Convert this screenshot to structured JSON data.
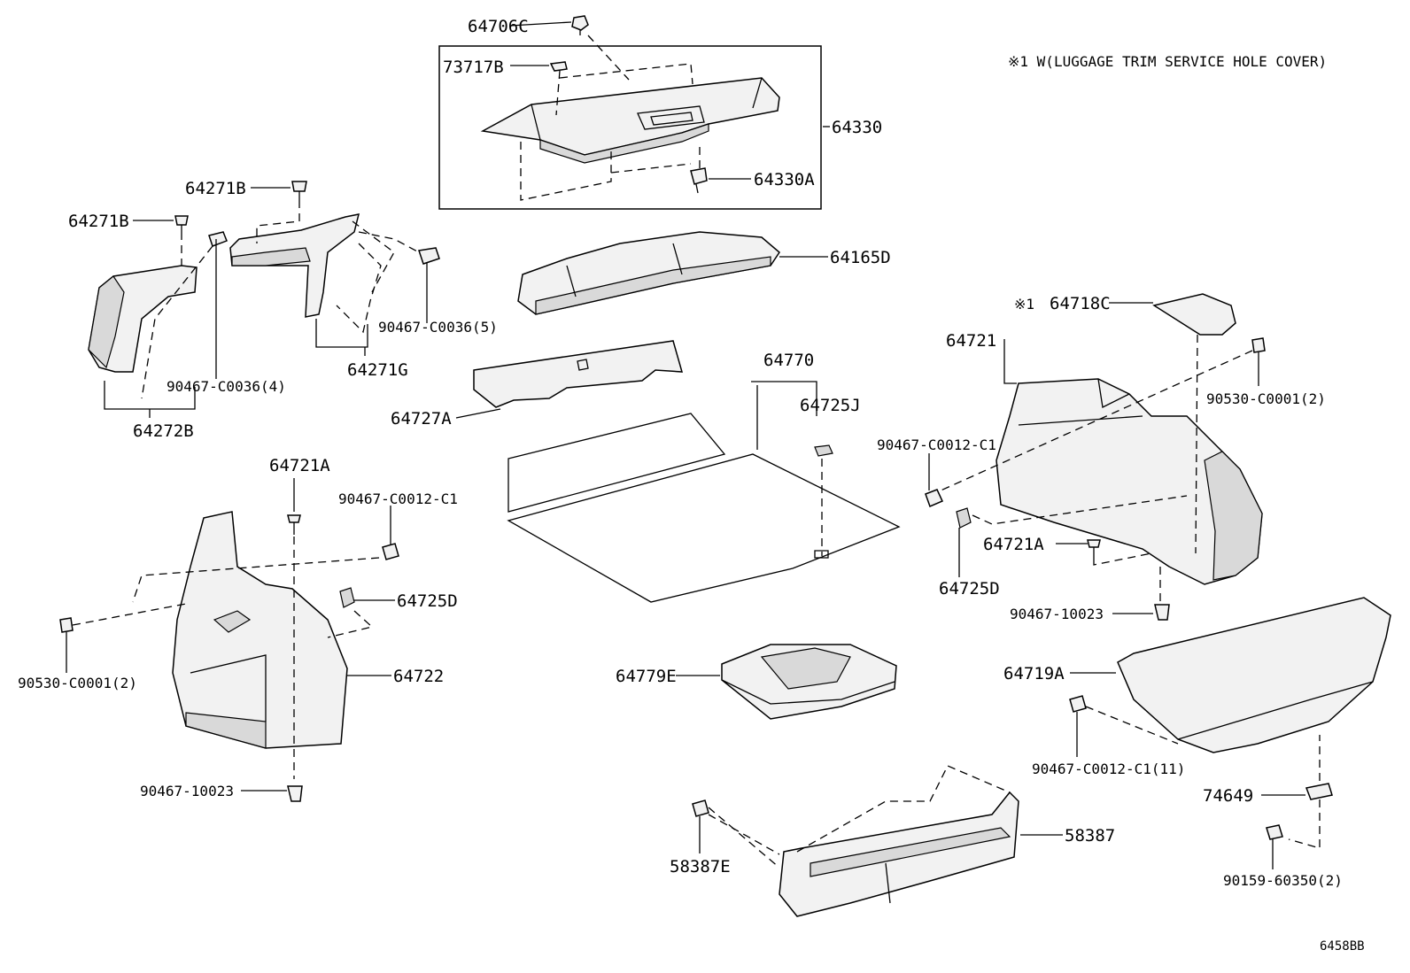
{
  "note": "※1 W(LUGGAGE TRIM SERVICE HOLE COVER)",
  "diagram_code": "6458BB",
  "labels": {
    "p64706C": "64706C",
    "p73717B": "73717B",
    "p64330": "64330",
    "p64330A": "64330A",
    "p64271B_a": "64271B",
    "p64271B_b": "64271B",
    "p90467C0036_5": "90467-C0036(5)",
    "p64271G": "64271G",
    "p90467C0036_4": "90467-C0036(4)",
    "p64272B": "64272B",
    "p64165D": "64165D",
    "p64718C_mark": "※1",
    "p64718C": "64718C",
    "p64721": "64721",
    "p90530C0001_r": "90530-C0001(2)",
    "p64770": "64770",
    "p64725J": "64725J",
    "p64727A": "64727A",
    "p90467C0012C1_r": "90467-C0012-C1",
    "p64721A_r": "64721A",
    "p64725D_r": "64725D",
    "p90467_10023_r": "90467-10023",
    "p64721A_l": "64721A",
    "p90467C0012C1_l": "90467-C0012-C1",
    "p64725D_l": "64725D",
    "p90530C0001_l": "90530-C0001(2)",
    "p64722": "64722",
    "p90467_10023_l": "90467-10023",
    "p64779E": "64779E",
    "p64719A": "64719A",
    "p90467C0012C1_11": "90467-C0012-C1(11)",
    "p74649": "74649",
    "p58387": "58387",
    "p58387E": "58387E",
    "p90159_60350": "90159-60350(2)"
  }
}
